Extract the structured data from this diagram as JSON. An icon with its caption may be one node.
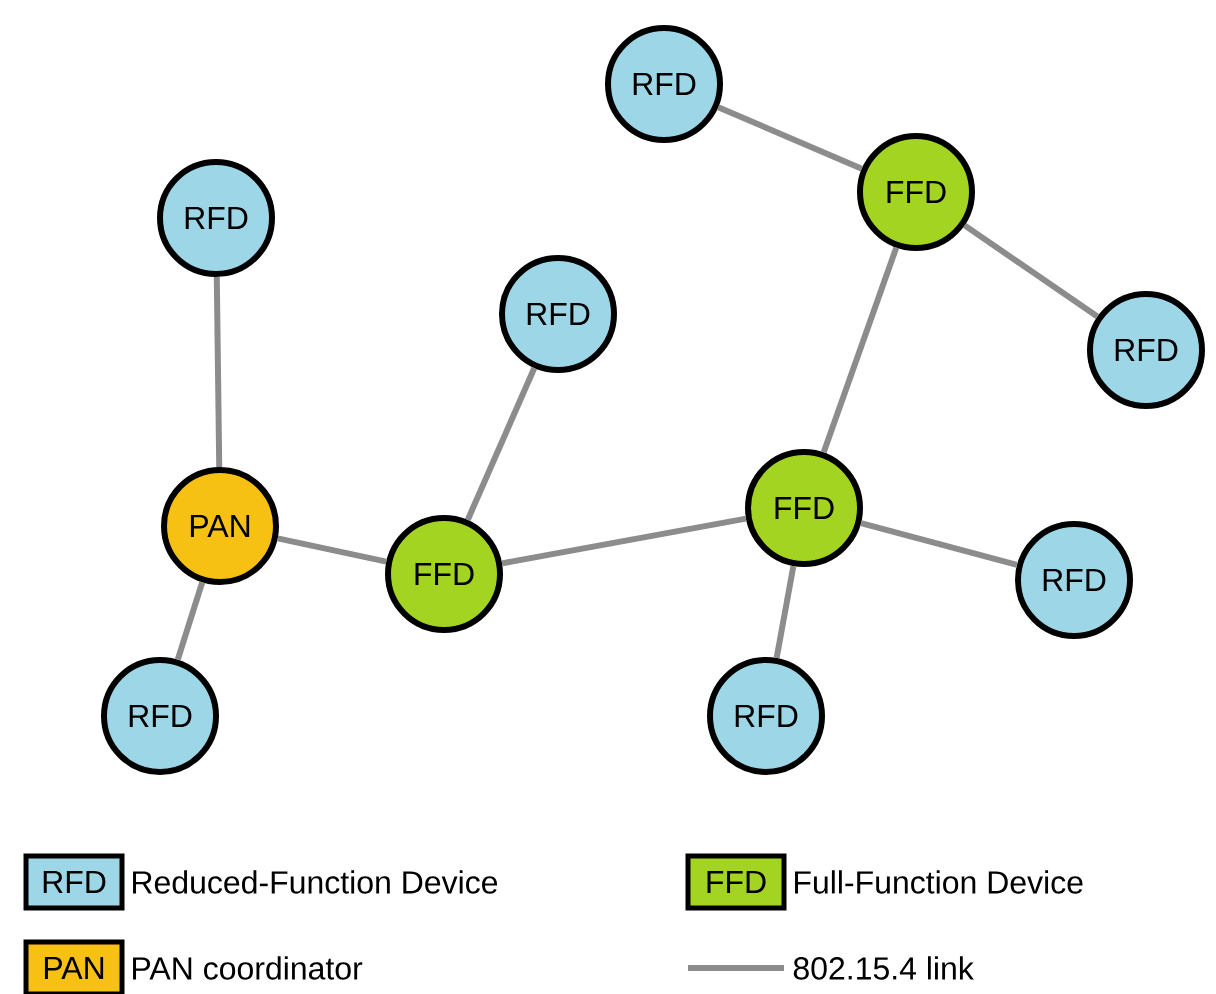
{
  "diagram": {
    "nodes": [
      {
        "text": [
          "RFD"
        ]
      },
      {
        "text": [
          "FFD"
        ]
      },
      {
        "text": [
          "RFD"
        ]
      },
      {
        "text": [
          "RFD"
        ]
      },
      {
        "text": [
          "RFD"
        ]
      },
      {
        "text": [
          "PAN"
        ]
      },
      {
        "text": [
          "FFD"
        ]
      },
      {
        "text": [
          "FFD"
        ]
      },
      {
        "text": [
          "RFD"
        ]
      },
      {
        "text": [
          "RFD"
        ]
      },
      {
        "text": [
          "RFD"
        ]
      }
    ],
    "edges": [
      {
        "from": 0,
        "to": 1,
        "arrow": "none"
      },
      {
        "from": 1,
        "to": 4,
        "arrow": "none"
      },
      {
        "from": 1,
        "to": 7,
        "arrow": "none"
      },
      {
        "from": 2,
        "to": 5,
        "arrow": "none"
      },
      {
        "from": 5,
        "to": 6,
        "arrow": "none"
      },
      {
        "from": 5,
        "to": 9,
        "arrow": "none"
      },
      {
        "from": 6,
        "to": 3,
        "arrow": "none"
      },
      {
        "from": 6,
        "to": 7,
        "arrow": "none"
      },
      {
        "from": 7,
        "to": 8,
        "arrow": "none"
      },
      {
        "from": 7,
        "to": 10,
        "arrow": "none"
      }
    ],
    "labels": [
      "RFD",
      "FFD",
      "PAN"
    ],
    "legend": [
      {
        "text": "Reduced-Function Device",
        "color": "#9dd6e6"
      },
      {
        "text": "Full-Function Device",
        "color": "#a4d422"
      },
      {
        "text": "PAN coordinator",
        "color": "#f6c112"
      },
      {
        "text": "802.15.4 link"
      }
    ]
  }
}
